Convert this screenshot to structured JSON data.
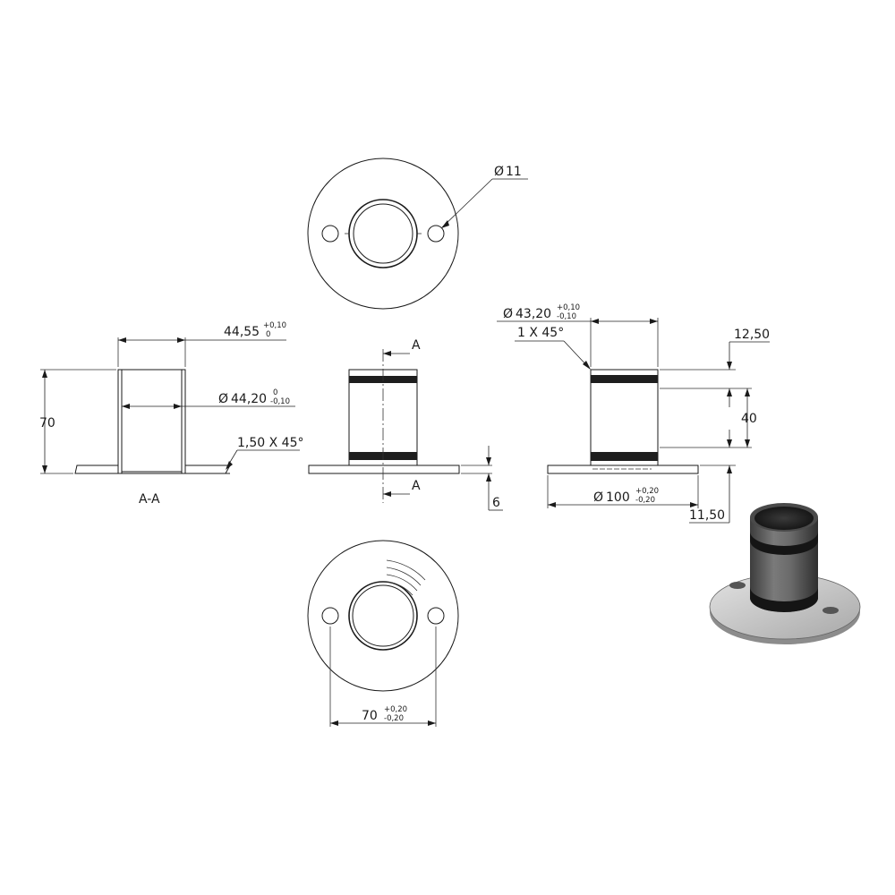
{
  "dimensions": {
    "hole_dia": {
      "symbol": "Ø",
      "value": "11"
    },
    "flange_inner_width": {
      "value": "44,55",
      "tol_upper": "+0,10",
      "tol_lower": "0"
    },
    "height": {
      "value": "70"
    },
    "bore_dia": {
      "symbol": "Ø",
      "value": "44,20",
      "tol_upper": "0",
      "tol_lower": "-0,10"
    },
    "weld_chamfer": {
      "value": "1,50 X 45°"
    },
    "section_label": {
      "value": "A-A"
    },
    "cut_marker_top": {
      "value": "A"
    },
    "cut_marker_bottom": {
      "value": "A"
    },
    "plate_thickness": {
      "value": "6"
    },
    "tube_outer_dia": {
      "symbol": "Ø",
      "value": "43,20",
      "tol_upper": "+0,10",
      "tol_lower": "-0,10"
    },
    "edge_chamfer": {
      "value": "1 X 45°"
    },
    "top_band": {
      "value": "12,50"
    },
    "band_spacing": {
      "value": "40"
    },
    "bottom_band": {
      "value": "11,50"
    },
    "base_dia": {
      "symbol": "Ø",
      "value": "100",
      "tol_upper": "+0,20",
      "tol_lower": "-0,20"
    },
    "hole_spacing": {
      "value": "70",
      "tol_upper": "+0,20",
      "tol_lower": "-0,20"
    }
  },
  "colors": {
    "line": "#1a1a1a",
    "band": "#1e1e1e",
    "render_tube": "#5a5a5a",
    "render_plate": "#c8c8c8"
  }
}
